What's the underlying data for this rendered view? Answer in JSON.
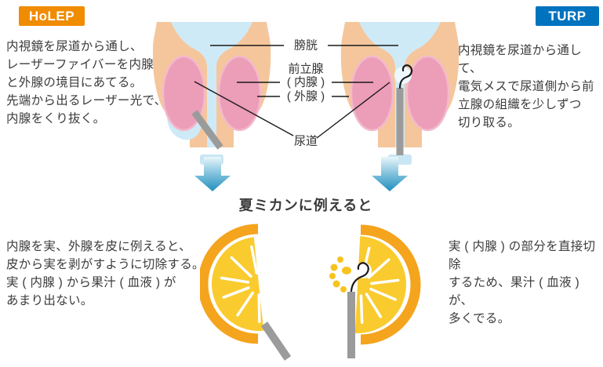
{
  "section_title": "夏ミカンに例えると",
  "badges": {
    "holep": {
      "label": "HoLEP",
      "bg": "#F08C00"
    },
    "turp": {
      "label": "TURP",
      "bg": "#0073BF"
    }
  },
  "holep": {
    "description": "内視鏡を尿道から通し、\nレーザーファイバーを内腺\nと外腺の境目にあてる。\n先端から出るレーザー光で、\n内腺をくり抜く。",
    "mikan_description": "内腺を実、外腺を皮に例えると、\n皮から実を剥がすように切除する。\n実 ( 内腺 ) から果汁 ( 血液 ) が\nあまり出ない。"
  },
  "turp": {
    "description": "内視鏡を尿道から通して、\n電気メスで尿道側から前\n立腺の組織を少しずつ\n切り取る。",
    "mikan_description": "実 ( 内腺 ) の部分を直接切除\nするため、果汁 ( 血液 ) が、\n多くでる。"
  },
  "anatomy_labels": {
    "bladder": "膀胱",
    "prostate": "前立腺",
    "inner_gland": "( 内腺 )",
    "outer_gland": "( 外腺 )",
    "urethra": "尿道"
  },
  "icons": {
    "down_arrow_left": "down-arrow-icon",
    "down_arrow_right": "down-arrow-icon"
  },
  "colors": {
    "holep_orange": "#F08C00",
    "turp_blue": "#0073BF",
    "body_skin": "#F5C69C",
    "bladder_blue": "#CFEAF7",
    "prostate_pink": "#EC9DB8",
    "prostate_pink_rim": "#F3B9CC",
    "instrument_gray": "#9B9B9B",
    "wire_black": "#1A1A1A",
    "arrow_blue": "#2190BE",
    "peel_orange": "#F5A41D",
    "flesh_yellow": "#F9CB2E",
    "juice_yellow": "#F7C31F",
    "text": "#3B3B3B"
  }
}
